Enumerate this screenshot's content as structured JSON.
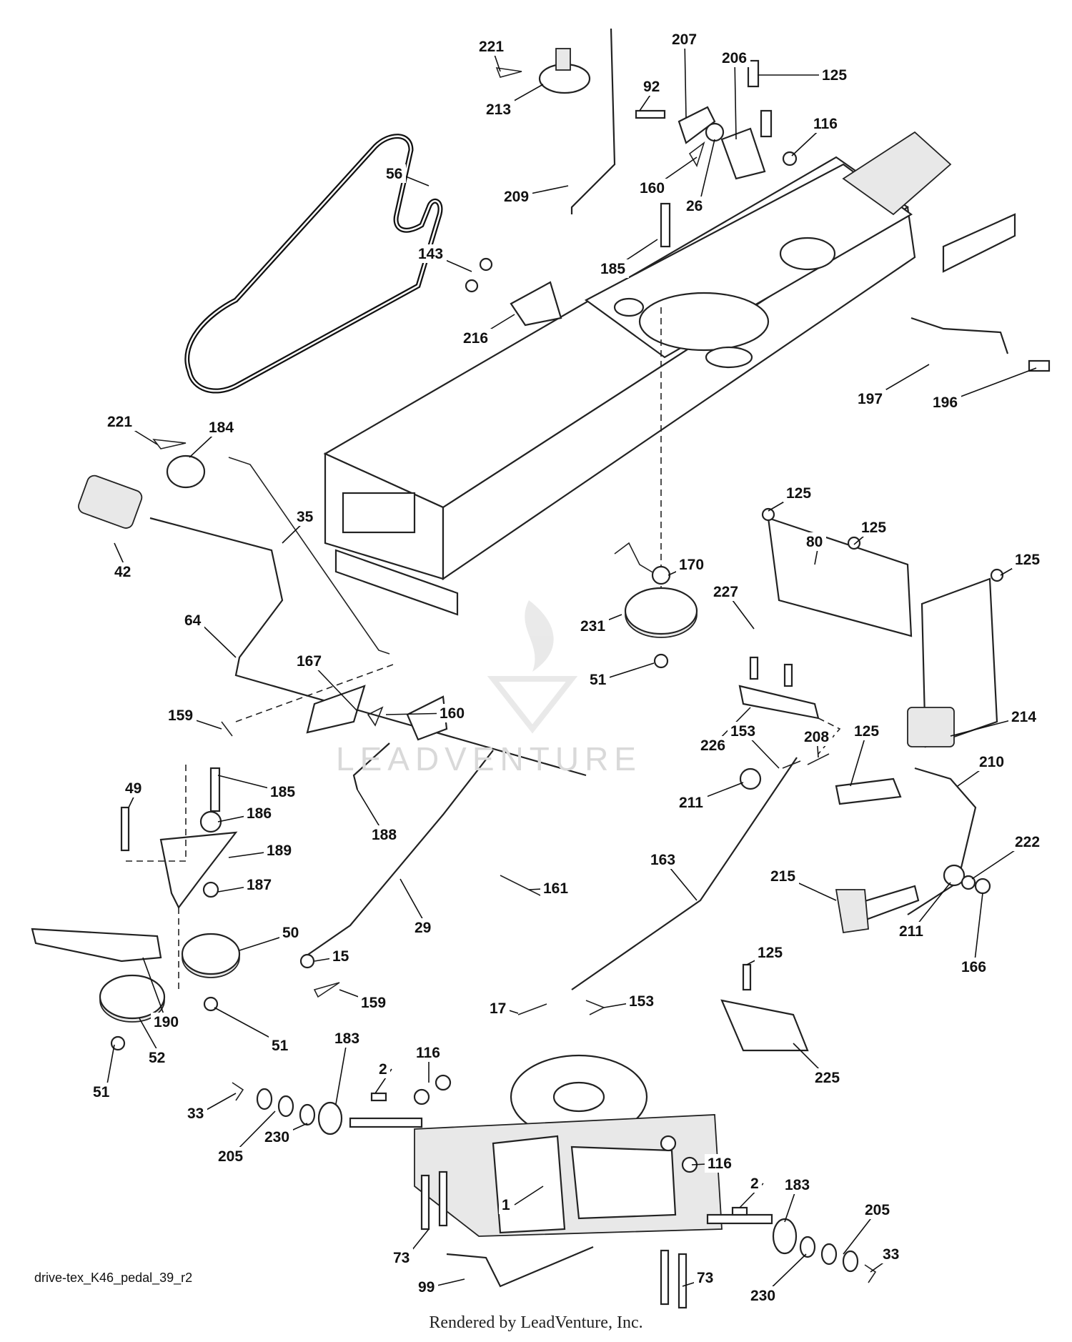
{
  "diagram": {
    "drawing_id": "drive-tex_K46_pedal_39_r2",
    "credit": "Rendered by LeadVenture, Inc.",
    "watermark": "LEADVENTURE",
    "callouts": [
      {
        "id": "c-221a",
        "label": "221"
      },
      {
        "id": "c-213",
        "label": "213"
      },
      {
        "id": "c-207",
        "label": "207"
      },
      {
        "id": "c-206",
        "label": "206"
      },
      {
        "id": "c-125a",
        "label": "125"
      },
      {
        "id": "c-92",
        "label": "92"
      },
      {
        "id": "c-116a",
        "label": "116"
      },
      {
        "id": "c-56",
        "label": "56"
      },
      {
        "id": "c-160a",
        "label": "160"
      },
      {
        "id": "c-26",
        "label": "26"
      },
      {
        "id": "c-209",
        "label": "209"
      },
      {
        "id": "c-143",
        "label": "143"
      },
      {
        "id": "c-185a",
        "label": "185"
      },
      {
        "id": "c-216",
        "label": "216"
      },
      {
        "id": "c-197",
        "label": "197"
      },
      {
        "id": "c-196",
        "label": "196"
      },
      {
        "id": "c-221b",
        "label": "221"
      },
      {
        "id": "c-184",
        "label": "184"
      },
      {
        "id": "c-35",
        "label": "35"
      },
      {
        "id": "c-42",
        "label": "42"
      },
      {
        "id": "c-125b",
        "label": "125"
      },
      {
        "id": "c-80",
        "label": "80"
      },
      {
        "id": "c-125c",
        "label": "125"
      },
      {
        "id": "c-125d",
        "label": "125"
      },
      {
        "id": "c-170",
        "label": "170"
      },
      {
        "id": "c-227",
        "label": "227"
      },
      {
        "id": "c-64",
        "label": "64"
      },
      {
        "id": "c-231",
        "label": "231"
      },
      {
        "id": "c-167",
        "label": "167"
      },
      {
        "id": "c-160b",
        "label": "160"
      },
      {
        "id": "c-51a",
        "label": "51"
      },
      {
        "id": "c-226",
        "label": "226"
      },
      {
        "id": "c-159a",
        "label": "159"
      },
      {
        "id": "c-214",
        "label": "214"
      },
      {
        "id": "c-153a",
        "label": "153"
      },
      {
        "id": "c-208",
        "label": "208"
      },
      {
        "id": "c-125e",
        "label": "125"
      },
      {
        "id": "c-210",
        "label": "210"
      },
      {
        "id": "c-49",
        "label": "49"
      },
      {
        "id": "c-185b",
        "label": "185"
      },
      {
        "id": "c-211a",
        "label": "211"
      },
      {
        "id": "c-186",
        "label": "186"
      },
      {
        "id": "c-188",
        "label": "188"
      },
      {
        "id": "c-189",
        "label": "189"
      },
      {
        "id": "c-163",
        "label": "163"
      },
      {
        "id": "c-222",
        "label": "222"
      },
      {
        "id": "c-161",
        "label": "161"
      },
      {
        "id": "c-215",
        "label": "215"
      },
      {
        "id": "c-187",
        "label": "187"
      },
      {
        "id": "c-50",
        "label": "50"
      },
      {
        "id": "c-29",
        "label": "29"
      },
      {
        "id": "c-211b",
        "label": "211"
      },
      {
        "id": "c-166",
        "label": "166"
      },
      {
        "id": "c-15",
        "label": "15"
      },
      {
        "id": "c-125f",
        "label": "125"
      },
      {
        "id": "c-190",
        "label": "190"
      },
      {
        "id": "c-159b",
        "label": "159"
      },
      {
        "id": "c-17",
        "label": "17"
      },
      {
        "id": "c-153b",
        "label": "153"
      },
      {
        "id": "c-51b",
        "label": "51"
      },
      {
        "id": "c-183a",
        "label": "183"
      },
      {
        "id": "c-116b",
        "label": "116"
      },
      {
        "id": "c-225",
        "label": "225"
      },
      {
        "id": "c-52",
        "label": "52"
      },
      {
        "id": "c-2a",
        "label": "2"
      },
      {
        "id": "c-51c",
        "label": "51"
      },
      {
        "id": "c-33a",
        "label": "33"
      },
      {
        "id": "c-230a",
        "label": "230"
      },
      {
        "id": "c-205a",
        "label": "205"
      },
      {
        "id": "c-116c",
        "label": "116"
      },
      {
        "id": "c-183b",
        "label": "183"
      },
      {
        "id": "c-2b",
        "label": "2"
      },
      {
        "id": "c-205b",
        "label": "205"
      },
      {
        "id": "c-1",
        "label": "1"
      },
      {
        "id": "c-73a",
        "label": "73"
      },
      {
        "id": "c-33b",
        "label": "33"
      },
      {
        "id": "c-99",
        "label": "99"
      },
      {
        "id": "c-73b",
        "label": "73"
      },
      {
        "id": "c-230b",
        "label": "230"
      }
    ]
  }
}
